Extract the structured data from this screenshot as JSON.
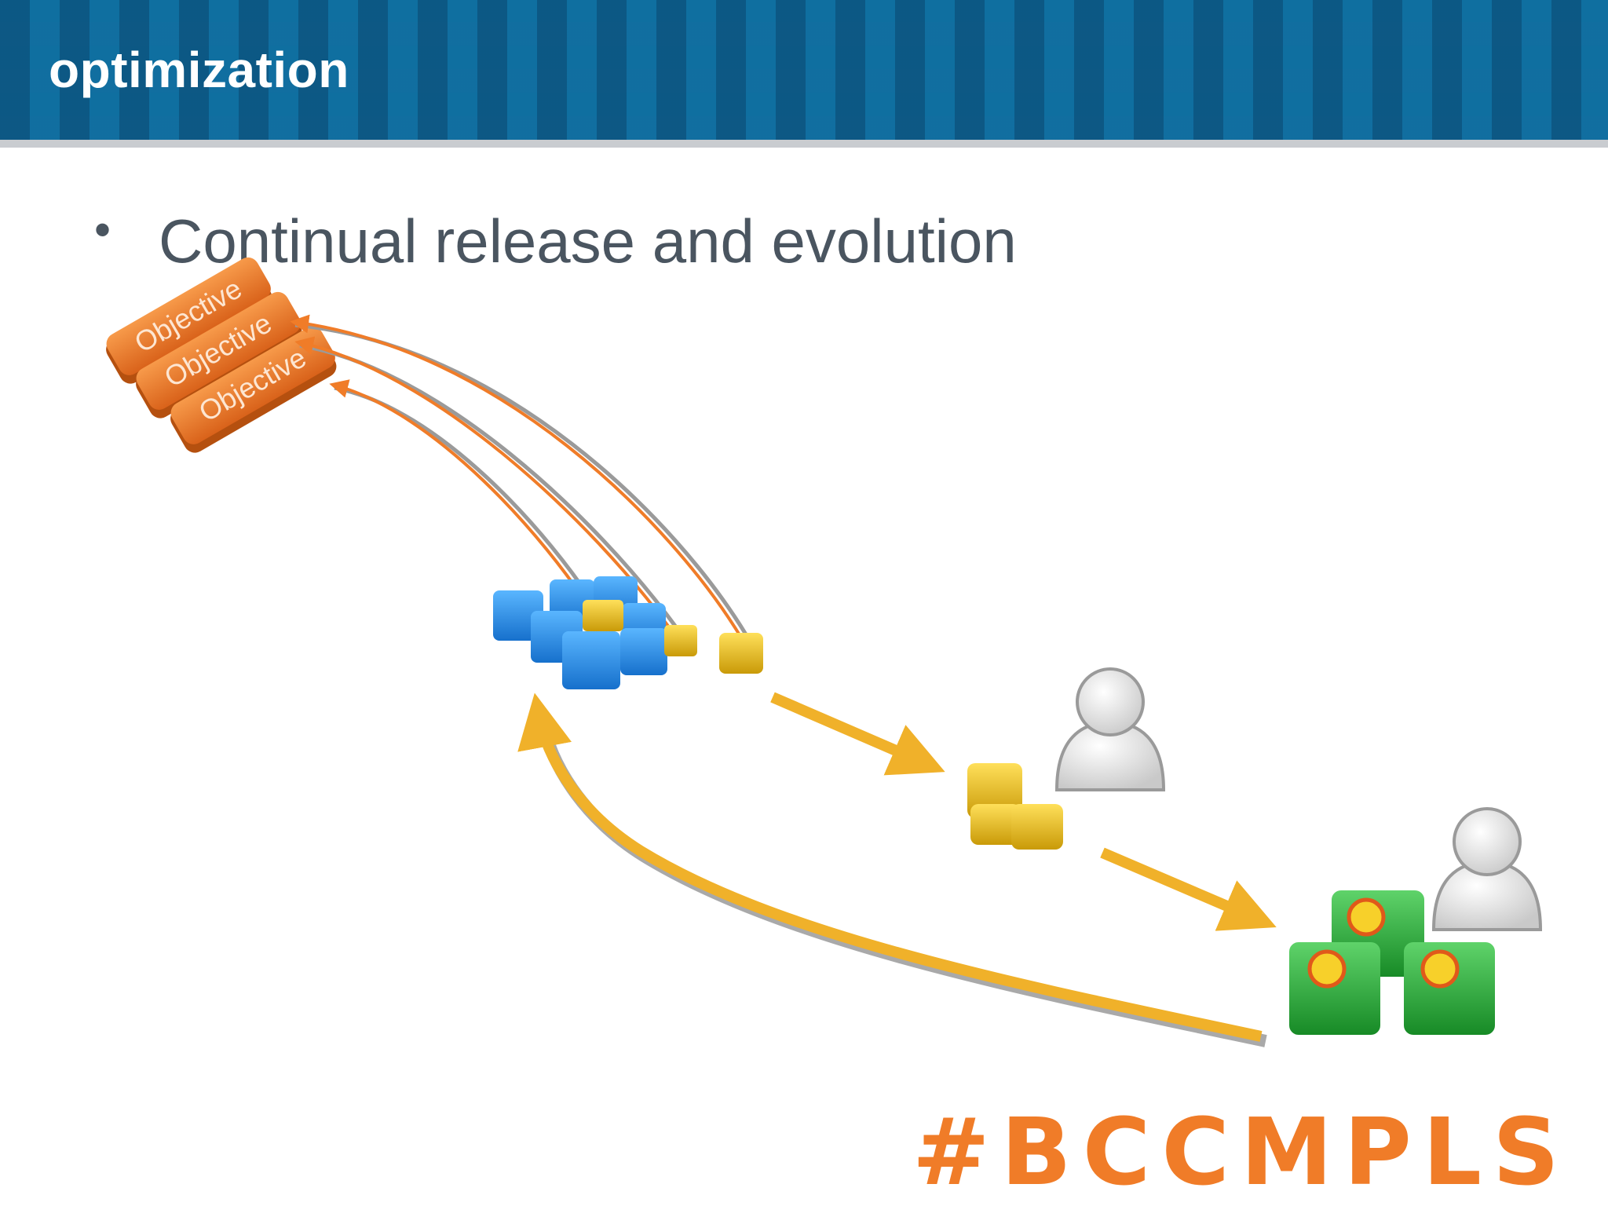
{
  "header": {
    "title": "optimization"
  },
  "content": {
    "bullet": "Continual release and evolution"
  },
  "diagram": {
    "objectives": [
      "Objective",
      "Objective",
      "Objective"
    ],
    "icons": {
      "backlog": "blue-cubes-icon",
      "release": "yellow-cubes-icon",
      "feature": "green-cubes-icon",
      "user": "user-icon"
    },
    "colors": {
      "objective": "#f07c28",
      "arrow": "#f0b12a",
      "link": "#f07c28",
      "backlog": "#2c8ee6",
      "release": "#e6c01a",
      "feature": "#2aa83a"
    }
  },
  "footer": {
    "hashtag": "#BCCMPLS"
  }
}
